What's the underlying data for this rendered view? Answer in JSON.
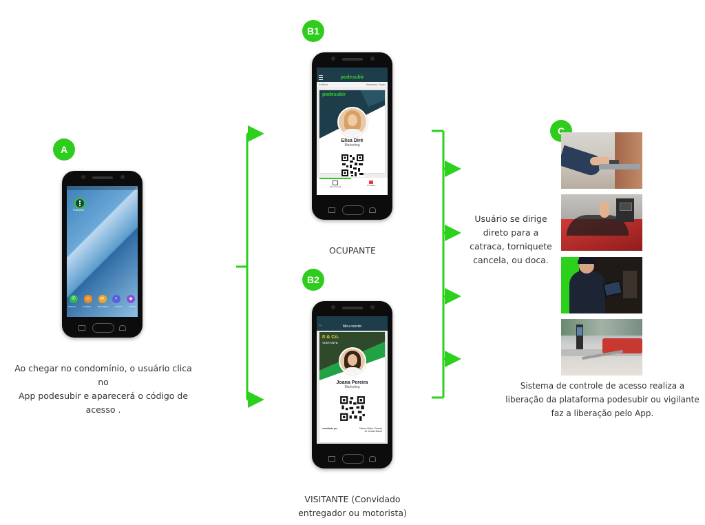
{
  "badges": {
    "a": "A",
    "b1": "B1",
    "b2": "B2",
    "c": "C"
  },
  "captions": {
    "a_lines": [
      "Ao chegar no condomínio, o usuário clica no",
      "App podesubir e aparecerá o código de",
      "acesso ."
    ],
    "b1": "OCUPANTE",
    "b2_lines": [
      "VISITANTE (Convidado",
      "entregador ou motorista)"
    ],
    "c_mid_lines": [
      "Usuário se dirige",
      "direto para a",
      "catraca, torniquete",
      "cancela, ou doca."
    ],
    "c_bottom_lines": [
      "Sistema de controle de acesso realiza a",
      "liberação da plataforma podesubir ou vigilante",
      "faz a liberação pelo App."
    ]
  },
  "phone_a": {
    "app_icon_label": "Podesubir",
    "dock_labels": [
      "Telefone",
      "Contatos",
      "Mensagens",
      "Internet",
      "Câmera"
    ]
  },
  "phone_b1": {
    "brand": "podesubir",
    "subbar_left": "Edifício",
    "subbar_right": "Business Tower",
    "card_brand": "podesubir",
    "person_name": "Elisa Diré",
    "person_role": "Marketing",
    "tab_left": "Meu Crachá",
    "tab_right": "Convites"
  },
  "phone_b2": {
    "appbar_title": "Meu convite",
    "company": "It & Co.",
    "badge_type": "VISITANTE",
    "person_name": "Joana Pereira",
    "person_role": "Marketing",
    "invited_by_label": "convidado por",
    "invited_by_value": "Mônica Müller, Gerente de Vendas Maxes"
  },
  "colors": {
    "accent_green": "#2ecc1d",
    "connector_green": "#2bd11b",
    "app_dark": "#1d3d4a"
  },
  "photos": [
    "turnstile-hand-scan",
    "car-gate-reader",
    "security-guard-tablet",
    "office-turnstiles"
  ]
}
